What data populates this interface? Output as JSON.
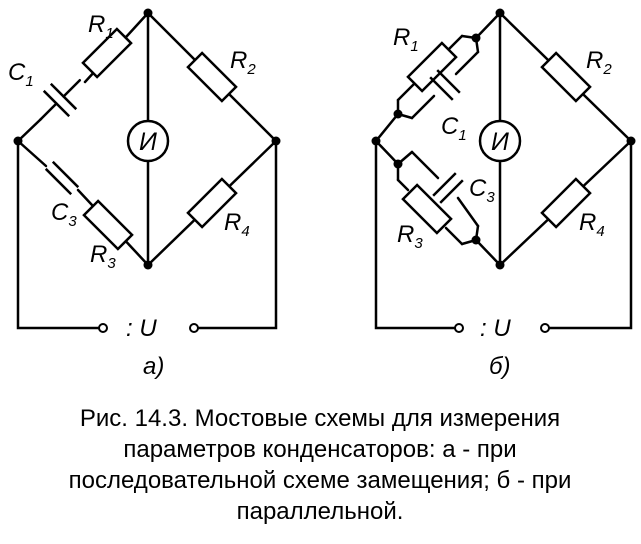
{
  "diagram_a": {
    "labels": {
      "R1": {
        "main": "R",
        "sub": "1"
      },
      "R2": {
        "main": "R",
        "sub": "2"
      },
      "R3": {
        "main": "R",
        "sub": "3"
      },
      "R4": {
        "main": "R",
        "sub": "4"
      },
      "C1": {
        "main": "C",
        "sub": "1"
      },
      "C3": {
        "main": "C",
        "sub": "3"
      }
    },
    "meter": "И",
    "supply": ": U",
    "tag": "а)"
  },
  "diagram_b": {
    "labels": {
      "R1": {
        "main": "R",
        "sub": "1"
      },
      "R2": {
        "main": "R",
        "sub": "2"
      },
      "R3": {
        "main": "R",
        "sub": "3"
      },
      "R4": {
        "main": "R",
        "sub": "4"
      },
      "C1": {
        "main": "C",
        "sub": "1"
      },
      "C3": {
        "main": "C",
        "sub": "3"
      }
    },
    "meter": "И",
    "supply": ": U",
    "tag": "б)"
  },
  "caption": {
    "line1": "Рис. 14.3. Мостовые схемы для измерения",
    "line2": "параметров конденсаторов: а - при",
    "line3": "последовательной схеме замещения; б - при",
    "line4": "параллельной."
  }
}
